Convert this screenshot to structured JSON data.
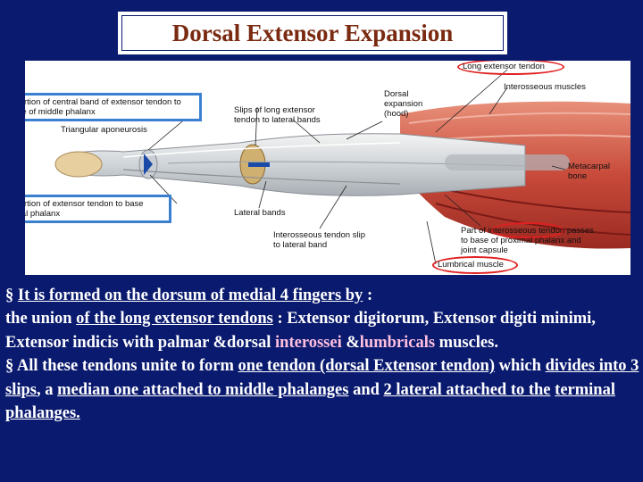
{
  "title": "Dorsal Extensor Expansion",
  "figure": {
    "labels": {
      "long_extensor_tendon": "Long extensor tendon",
      "interosseous_muscles": "Interosseous muscles",
      "insertion_central_band": "Insertion of central band of extensor tendon to base of middle phalanx",
      "slips_long_extensor": "Slips of long extensor tendon to lateral bands",
      "dorsal_expansion": "Dorsal expansion (hood)",
      "triangular_aponeurosis": "Triangular aponeurosis",
      "metacarpal_bone": "Metacarpal bone",
      "insertion_extensor_distal": "Insertion of extensor tendon to base distal phalanx",
      "lateral_bands": "Lateral bands",
      "interosseous_tendon_slip": "Interosseous tendon slip to lateral band",
      "part_interosseous": "Part of interosseous tendon passes to base of proximal phalanx and joint capsule",
      "lumbrical_muscle": "Lumbrical muscle"
    }
  },
  "text": {
    "bullet": "§",
    "p1_a": "It is formed on the dorsum of medial 4 fingers by",
    "p1_b": " : ",
    "p1_c": "the union ",
    "p1_d": "of the long extensor tendons",
    "p1_e": " : Extensor digitorum, Extensor digiti minimi, Extensor indicis  with  palmar &dorsal  ",
    "p1_f": "interossei",
    "p1_g": " &",
    "p1_h": "lumbricals",
    "p1_i": " muscles.",
    "p2_a": " All these tendons unite to form ",
    "p2_b": "one tendon (dorsal Extensor tendon)",
    "p2_c": " which ",
    "p2_d": "divides into 3 slips",
    "p2_e": ", a ",
    "p2_f": "median one attached to middle phalanges",
    "p2_g": " and ",
    "p2_h": "2 lateral attached to the",
    "p2_i": " ",
    "p2_j": "terminal phalanges."
  }
}
